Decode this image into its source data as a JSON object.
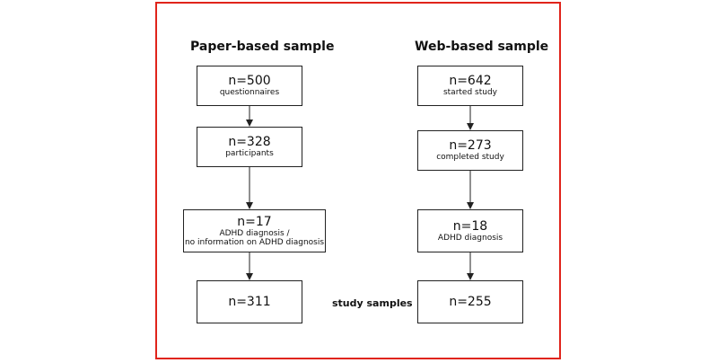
{
  "columns": [
    {
      "title": "Paper-based sample",
      "boxes": [
        {
          "count": "n=500",
          "sub": "questionnaires"
        },
        {
          "count": "n=328",
          "sub": "participants"
        },
        {
          "count": "n=17",
          "sub": "ADHD diagnosis /\nno information on ADHD diagnosis"
        },
        {
          "count": "n=311",
          "sub": ""
        }
      ]
    },
    {
      "title": "Web-based sample",
      "boxes": [
        {
          "count": "n=642",
          "sub": "started study"
        },
        {
          "count": "n=273",
          "sub": "completed study"
        },
        {
          "count": "n=18",
          "sub": "ADHD diagnosis"
        },
        {
          "count": "n=255",
          "sub": ""
        }
      ]
    }
  ],
  "middle_label": "study samples",
  "colors": {
    "frame": "#e0241b",
    "stroke": "#222222"
  }
}
